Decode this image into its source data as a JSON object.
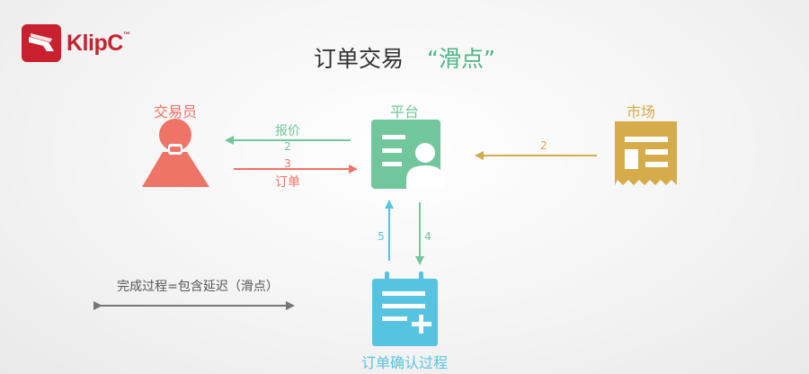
{
  "brand": {
    "name": "KlipC",
    "mark": "™"
  },
  "title": {
    "main": "订单交易",
    "highlight": "“滑点”"
  },
  "nodes": {
    "trader": {
      "label": "交易员"
    },
    "platform": {
      "label": "平台"
    },
    "market": {
      "label": "市场"
    },
    "confirm": {
      "label": "订单确认过程"
    }
  },
  "edges": {
    "quote": {
      "label": "报价",
      "step": "2"
    },
    "order": {
      "label": "订单",
      "step": "3"
    },
    "market_to_platform": {
      "step": "2"
    },
    "platform_to_confirm": {
      "step": "4"
    },
    "confirm_to_platform": {
      "step": "5"
    }
  },
  "note": {
    "text": "完成过程=包含延迟（滑点）"
  },
  "colors": {
    "trader": "#ee7468",
    "platform": "#72c69c",
    "market": "#d6ac4a",
    "confirm": "#56c4e0",
    "note": "#777777"
  }
}
